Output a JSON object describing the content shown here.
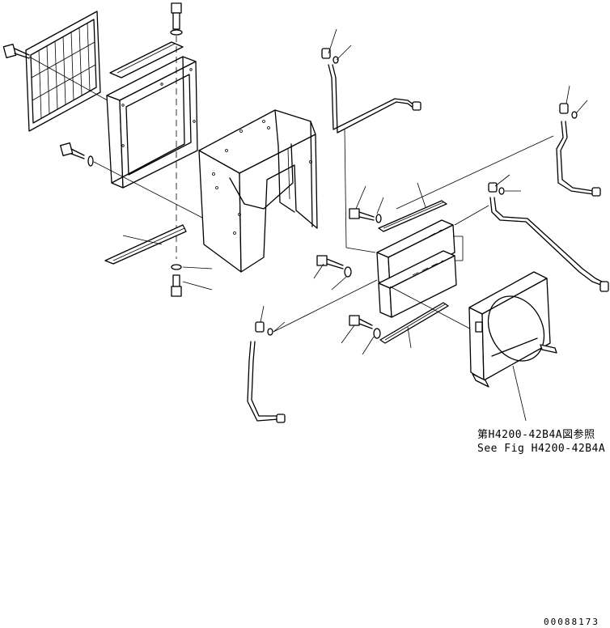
{
  "reference": {
    "line_jp": "第H4200-42B4A図参照",
    "line_en": "See Fig H4200-42B4A"
  },
  "drawing_number": "00088173"
}
